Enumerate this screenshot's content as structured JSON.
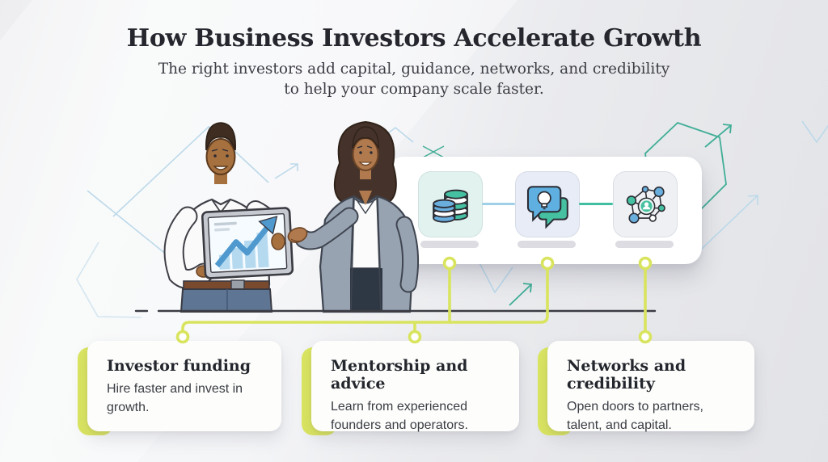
{
  "header": {
    "title": "How Business Investors Accelerate Growth",
    "subtitle_line1": "The right investors add capital, guidance, networks, and credibility",
    "subtitle_line2": "to help your company scale faster."
  },
  "illustration": {
    "description": "Two business people at a desk; man holding tablet showing rising bar chart with upward arrow, woman in gray cardigan gesturing toward it"
  },
  "icon_panel": {
    "items": [
      {
        "icon": "coin-stacks-icon",
        "meaning": "funding / capital"
      },
      {
        "icon": "chat-lightbulb-icon",
        "meaning": "mentorship / ideas"
      },
      {
        "icon": "network-nodes-icon",
        "meaning": "network / connections"
      }
    ]
  },
  "cards": [
    {
      "title": "Investor funding",
      "body": "Hire faster and invest in growth."
    },
    {
      "title": "Mentorship and advice",
      "body": "Learn from experienced founders and operators."
    },
    {
      "title": "Networks and credibility",
      "body": "Open doors to partners, talent, and capital."
    }
  ],
  "colors": {
    "accent_lime": "#dbe661",
    "teal": "#3fbfa0",
    "blue": "#64aad9",
    "light_blue_line": "#bcd9ea",
    "teal_line": "#3fae97",
    "title_text": "#26262e",
    "body_text": "#3a3d43",
    "card_bg": "#fdfdfc",
    "tile_mint": "#e2f3ef",
    "tile_lavender": "#e8ecf6",
    "tile_gray": "#eff0f4"
  }
}
